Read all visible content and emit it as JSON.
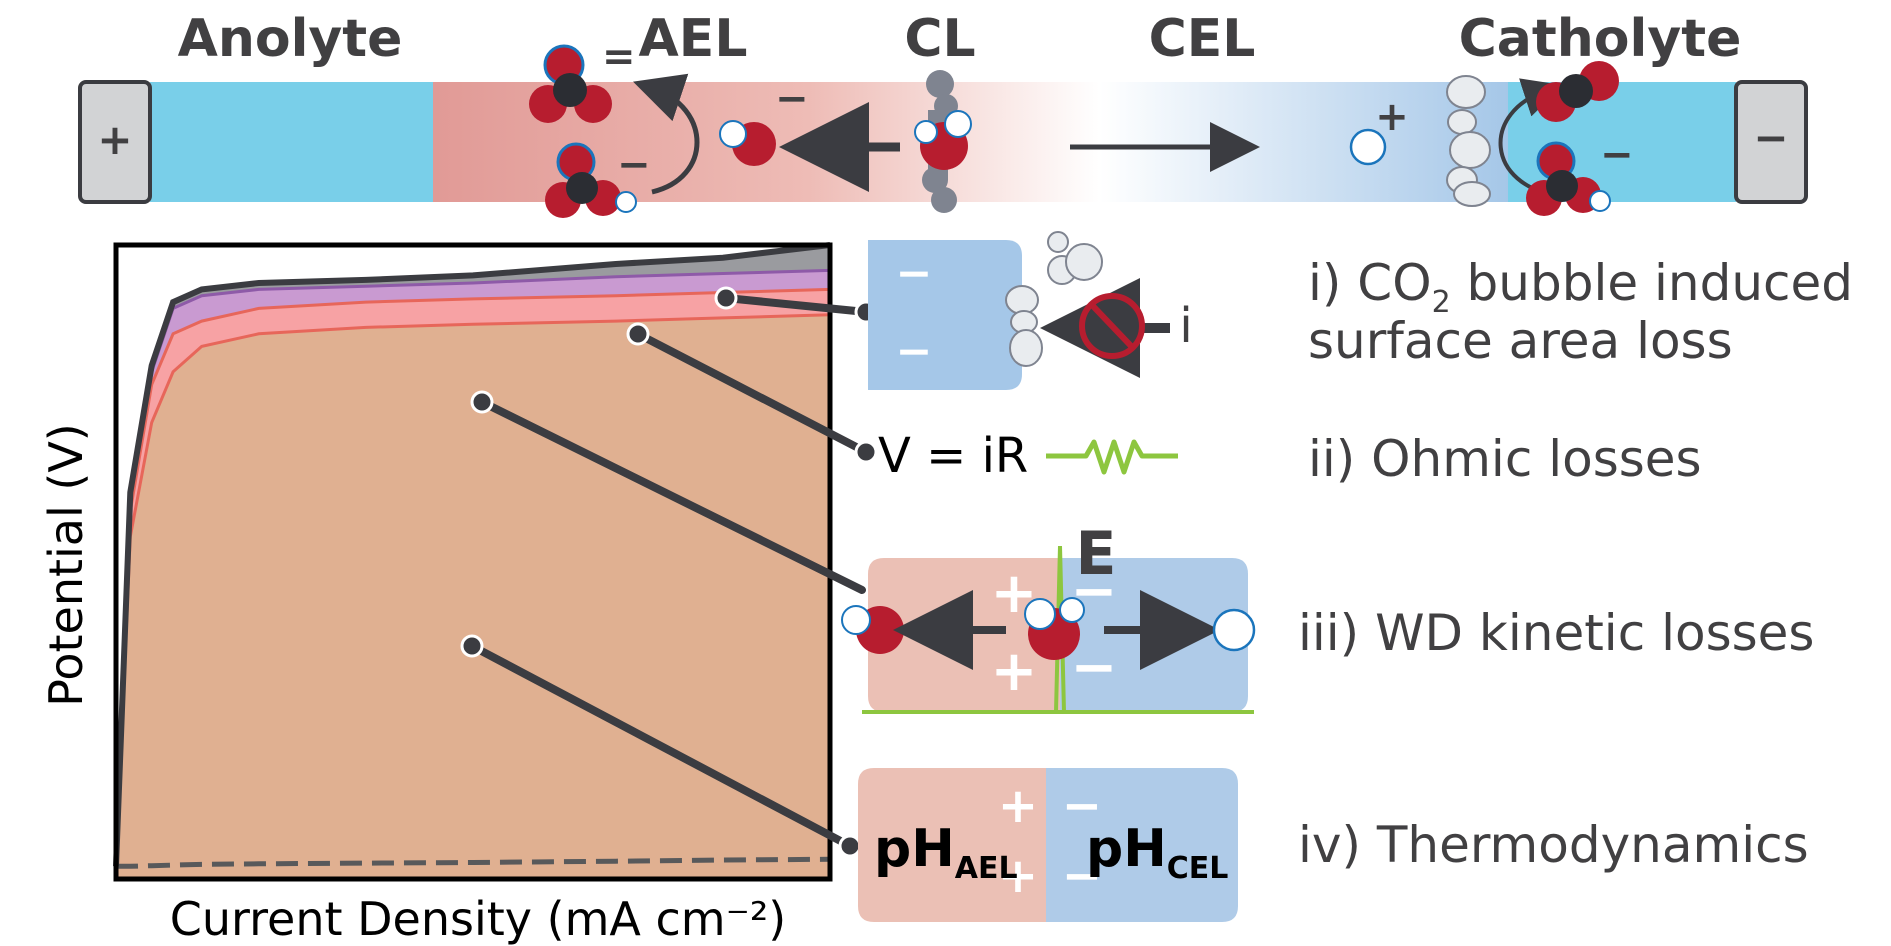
{
  "membrane": {
    "regions": {
      "anolyte": "Anolyte",
      "ael": "AEL",
      "cl": "CL",
      "cel": "CEL",
      "catholyte": "Catholyte"
    },
    "anode_sign": "+",
    "cathode_sign": "−",
    "charges": {
      "carbonate": "=",
      "bicarbonate": "−",
      "hydroxide": "−",
      "proton": "+",
      "cat_carbonate": "−"
    }
  },
  "chart": {
    "xlabel": "Current Density (mA cm⁻²)",
    "ylabel": "Potential (V)"
  },
  "chart_data": {
    "type": "area",
    "xlabel": "Current Density (mA cm⁻²)",
    "ylabel": "Potential (V)",
    "x": [
      0,
      0.02,
      0.05,
      0.08,
      0.12,
      0.2,
      0.35,
      0.5,
      0.7,
      0.85,
      1.0
    ],
    "series": [
      {
        "name": "",
        "values": [
          0.02,
          0.54,
          0.72,
          0.8,
          0.84,
          0.86,
          0.87,
          0.875,
          0.88,
          0.885,
          0.89
        ]
      },
      {
        "name": "",
        "values": [
          0.02,
          0.58,
          0.78,
          0.86,
          0.88,
          0.9,
          0.91,
          0.915,
          0.92,
          0.925,
          0.93
        ]
      },
      {
        "name": "",
        "values": [
          0.02,
          0.6,
          0.8,
          0.9,
          0.92,
          0.93,
          0.935,
          0.94,
          0.95,
          0.955,
          0.96
        ]
      },
      {
        "name": "",
        "values": [
          0.02,
          0.61,
          0.81,
          0.91,
          0.93,
          0.94,
          0.945,
          0.952,
          0.97,
          0.98,
          1.0
        ]
      }
    ],
    "baseline": [
      0.02,
      0.02,
      0.021,
      0.022,
      0.023,
      0.024,
      0.025,
      0.026,
      0.028,
      0.03,
      0.031
    ],
    "colors": [
      "#e0b091",
      "#f7a2a4",
      "#c99ad1",
      "#9a9b9f"
    ],
    "grid": false
  },
  "callouts": {
    "bubble": {
      "label_prefix": "i) CO",
      "label_sub": "2",
      "label_suffix": " bubble induced",
      "label_line2": "surface area loss",
      "current": "i",
      "minus1": "−",
      "minus2": "−"
    },
    "ohmic": {
      "label": "ii) Ohmic losses",
      "equation": "V = iR"
    },
    "wd": {
      "label": "iii) WD kinetic losses",
      "field": "E",
      "plus1": "+",
      "plus2": "+",
      "minus1": "−",
      "minus2": "−"
    },
    "thermo": {
      "label": "iv) Thermodynamics",
      "ph": "pH",
      "ph_ael_sub": "AEL",
      "ph_cel_sub": "CEL",
      "plus1": "+",
      "plus2": "+",
      "minus1": "−",
      "minus2": "−"
    }
  },
  "colors": {
    "anolyte": "#79cfe9",
    "ael": "#e19a96",
    "cel": "#a5c7e8",
    "wd_left": "#ebc0b5",
    "wd_right": "#afcbe8",
    "thermo_left": "#ebc0b5",
    "thermo_right": "#afcbe8",
    "resistor": "#8dc63f",
    "oxygen": "#b71d2f",
    "carbon": "#2b2d33",
    "dark": "#3b3c41"
  }
}
